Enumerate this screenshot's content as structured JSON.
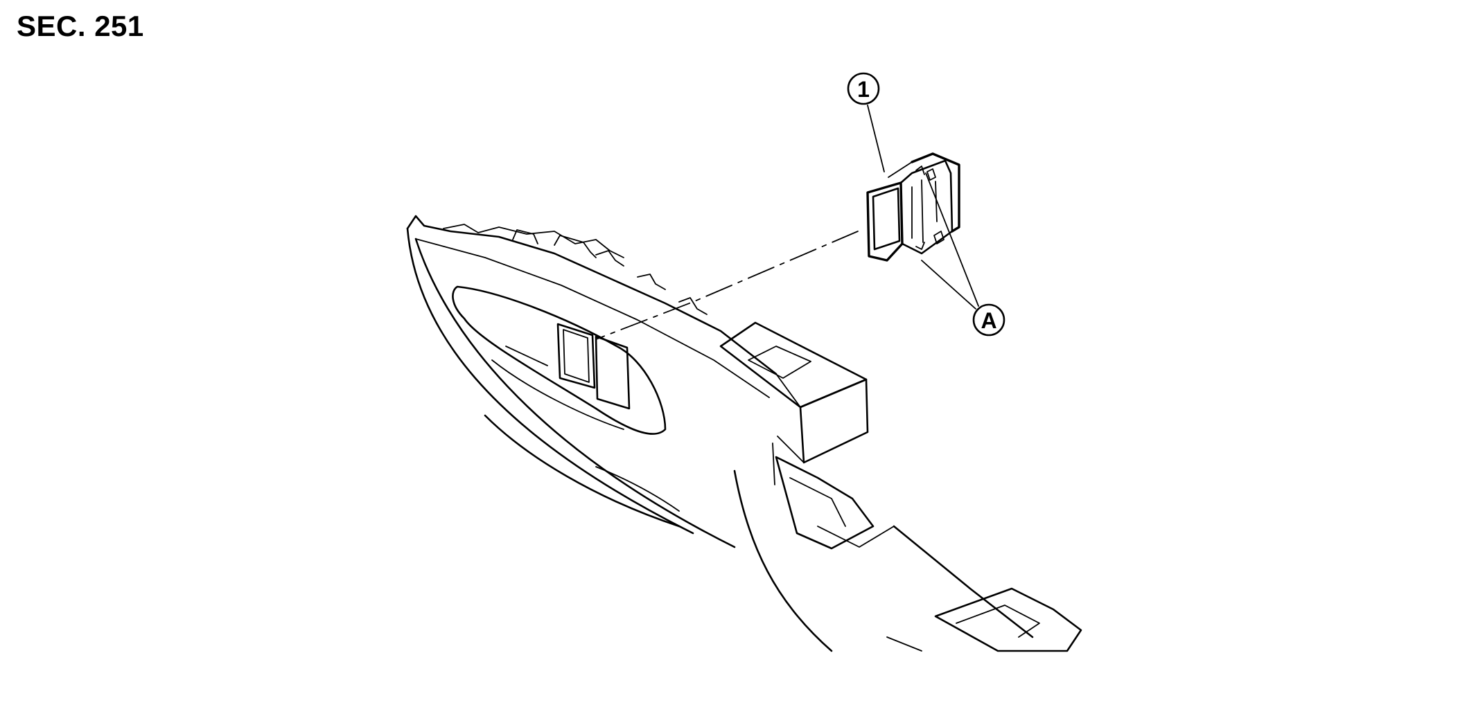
{
  "header": {
    "section_label": "SEC. 251"
  },
  "callouts": {
    "part_1": "1",
    "point_a": "A"
  },
  "colors": {
    "line": "#000000",
    "background": "#ffffff"
  }
}
